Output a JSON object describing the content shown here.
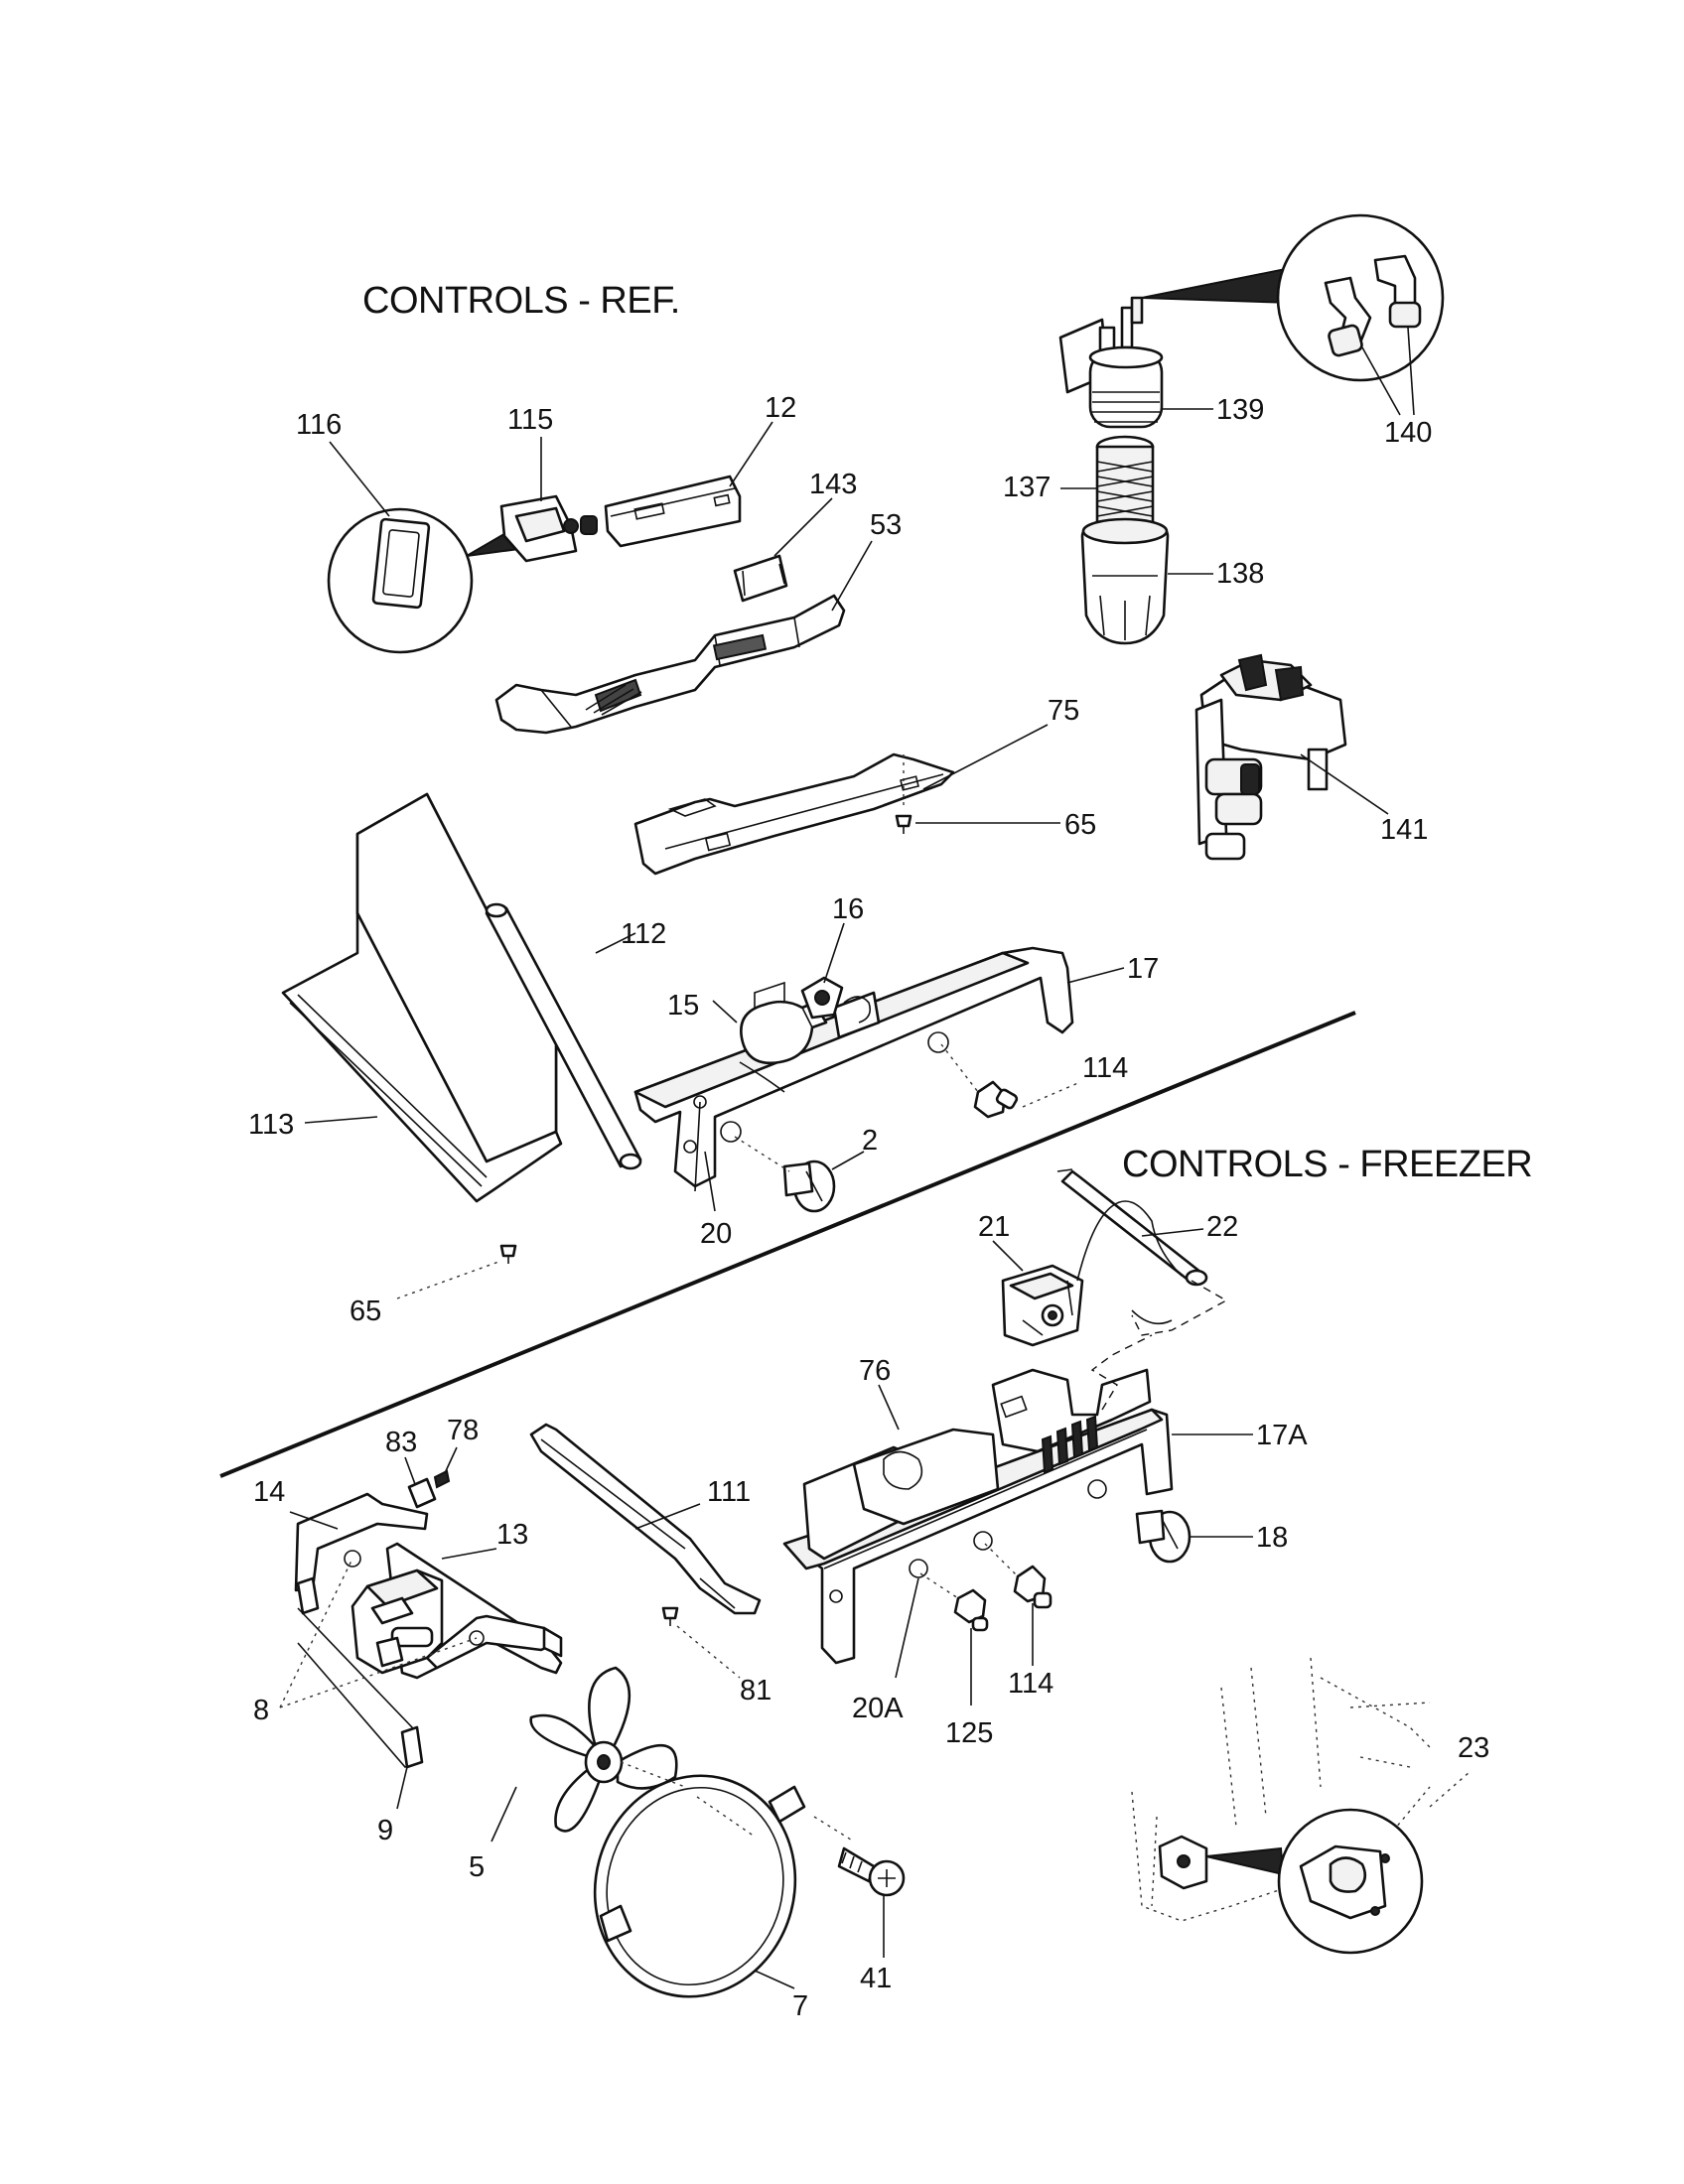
{
  "titles": {
    "ref": "CONTROLS - REF.",
    "freezer": "CONTROLS - FREEZER"
  },
  "labels": {
    "p116": "116",
    "p115": "115",
    "p12": "12",
    "p143": "143",
    "p53": "53",
    "p139": "139",
    "p140": "140",
    "p137": "137",
    "p138": "138",
    "p75": "75",
    "p65a": "65",
    "p141": "141",
    "p16": "16",
    "p112": "112",
    "p17": "17",
    "p15": "15",
    "p114a": "114",
    "p113": "113",
    "p2": "2",
    "p20": "20",
    "p65b": "65",
    "p21": "21",
    "p22": "22",
    "p76": "76",
    "p17A": "17A",
    "p83": "83",
    "p78": "78",
    "p14": "14",
    "p13": "13",
    "p111": "111",
    "p18": "18",
    "p8": "8",
    "p81": "81",
    "p20A": "20A",
    "p114b": "114",
    "p125": "125",
    "p9": "9",
    "p23": "23",
    "p5": "5",
    "p7": "7",
    "p41": "41"
  }
}
